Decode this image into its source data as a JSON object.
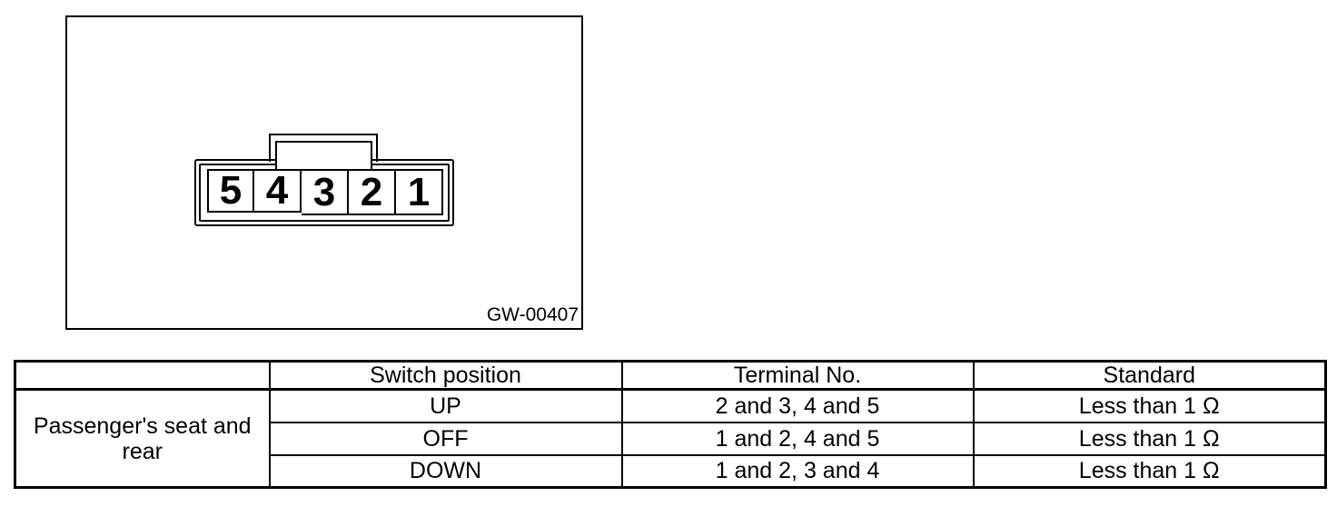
{
  "figure": {
    "caption": "GW-00407",
    "connector": {
      "terminals": [
        "5",
        "4",
        "3",
        "2",
        "1"
      ]
    }
  },
  "table": {
    "headers": {
      "corner": "",
      "switch_position": "Switch position",
      "terminal_no": "Terminal No.",
      "standard": "Standard"
    },
    "row_group_label": "Passenger's seat and rear",
    "rows": [
      {
        "switch_position": "UP",
        "terminal_no": "2 and 3, 4 and 5",
        "standard": "Less than 1 Ω"
      },
      {
        "switch_position": "OFF",
        "terminal_no": "1 and 2, 4 and 5",
        "standard": "Less than 1 Ω"
      },
      {
        "switch_position": "DOWN",
        "terminal_no": "1 and 2, 3 and 4",
        "standard": "Less than 1 Ω"
      }
    ]
  }
}
